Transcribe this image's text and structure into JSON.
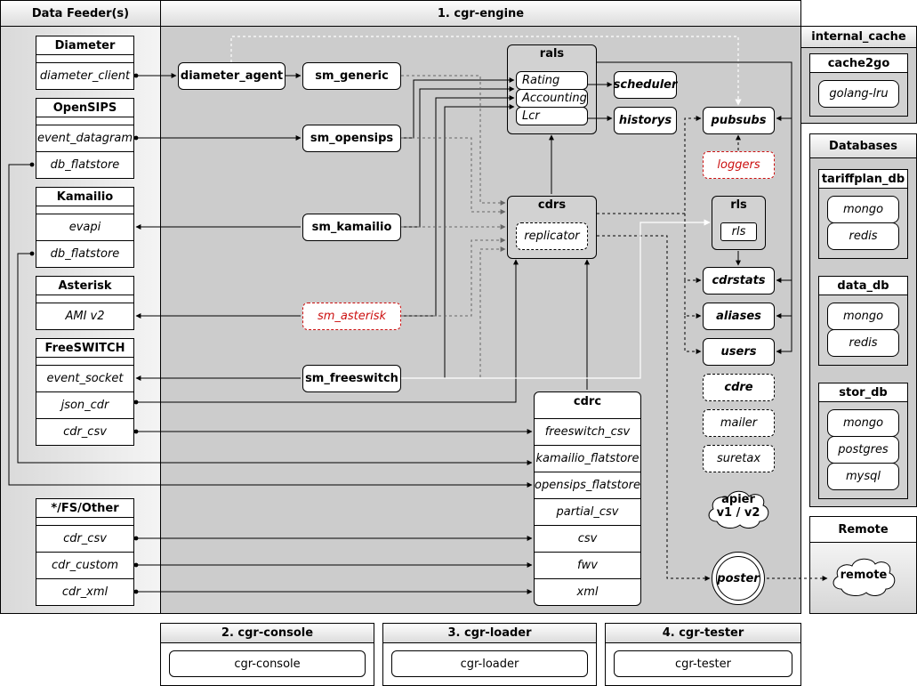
{
  "panels": {
    "data_feeders": "Data Feeder(s)",
    "engine": "1. cgr-engine",
    "internal_cache": "internal_cache",
    "databases": "Databases",
    "remote": "Remote",
    "console": "2. cgr-console",
    "loader": "3. cgr-loader",
    "tester": "4. cgr-tester"
  },
  "feeders": {
    "diameter": {
      "title": "Diameter",
      "items": [
        "diameter_client"
      ]
    },
    "opensips": {
      "title": "OpenSIPS",
      "items": [
        "event_datagram",
        "db_flatstore"
      ]
    },
    "kamailio": {
      "title": "Kamailio",
      "items": [
        "evapi",
        "db_flatstore"
      ]
    },
    "asterisk": {
      "title": "Asterisk",
      "items": [
        "AMI v2"
      ]
    },
    "freeswitch": {
      "title": "FreeSWITCH",
      "items": [
        "event_socket",
        "json_cdr",
        "cdr_csv"
      ]
    },
    "other": {
      "title": "*/FS/Other",
      "items": [
        "cdr_csv",
        "cdr_custom",
        "cdr_xml"
      ]
    }
  },
  "engine": {
    "diameter_agent": "diameter_agent",
    "sm_generic": "sm_generic",
    "sm_opensips": "sm_opensips",
    "sm_kamailio": "sm_kamailio",
    "sm_asterisk": "sm_asterisk",
    "sm_freeswitch": "sm_freeswitch",
    "rals": {
      "title": "rals",
      "items": [
        "Rating",
        "Accounting",
        "Lcr"
      ]
    },
    "scheduler": "scheduler",
    "historys": "historys",
    "pubsubs": "pubsubs",
    "loggers": "loggers",
    "cdrs": {
      "title": "cdrs",
      "sub": "replicator"
    },
    "rls": {
      "title": "rls",
      "sub": "rls"
    },
    "cdrstats": "cdrstats",
    "aliases": "aliases",
    "users": "users",
    "cdre": "cdre",
    "mailer": "mailer",
    "suretax": "suretax",
    "apier": "apier\nv1 / v2",
    "poster": "poster",
    "cdrc": {
      "title": "cdrc",
      "items": [
        "freeswitch_csv",
        "kamailio_flatstore",
        "opensips_flatstore",
        "partial_csv",
        "csv",
        "fwv",
        "xml"
      ]
    }
  },
  "cache": {
    "title": "cache2go",
    "item": "golang-lru"
  },
  "dbs": {
    "tariffplan": {
      "title": "tariffplan_db",
      "items": [
        "mongo",
        "redis"
      ]
    },
    "data": {
      "title": "data_db",
      "items": [
        "mongo",
        "redis"
      ]
    },
    "stor": {
      "title": "stor_db",
      "items": [
        "mongo",
        "postgres",
        "mysql"
      ]
    }
  },
  "remote": "remote",
  "tools": {
    "console": "cgr-console",
    "loader": "cgr-loader",
    "tester": "cgr-tester"
  },
  "colors": {
    "engine_bg": "#cccccc",
    "optional_red": "#cc1111",
    "header_top": "#fdfdfd",
    "header_bottom": "#dcdcdc"
  }
}
